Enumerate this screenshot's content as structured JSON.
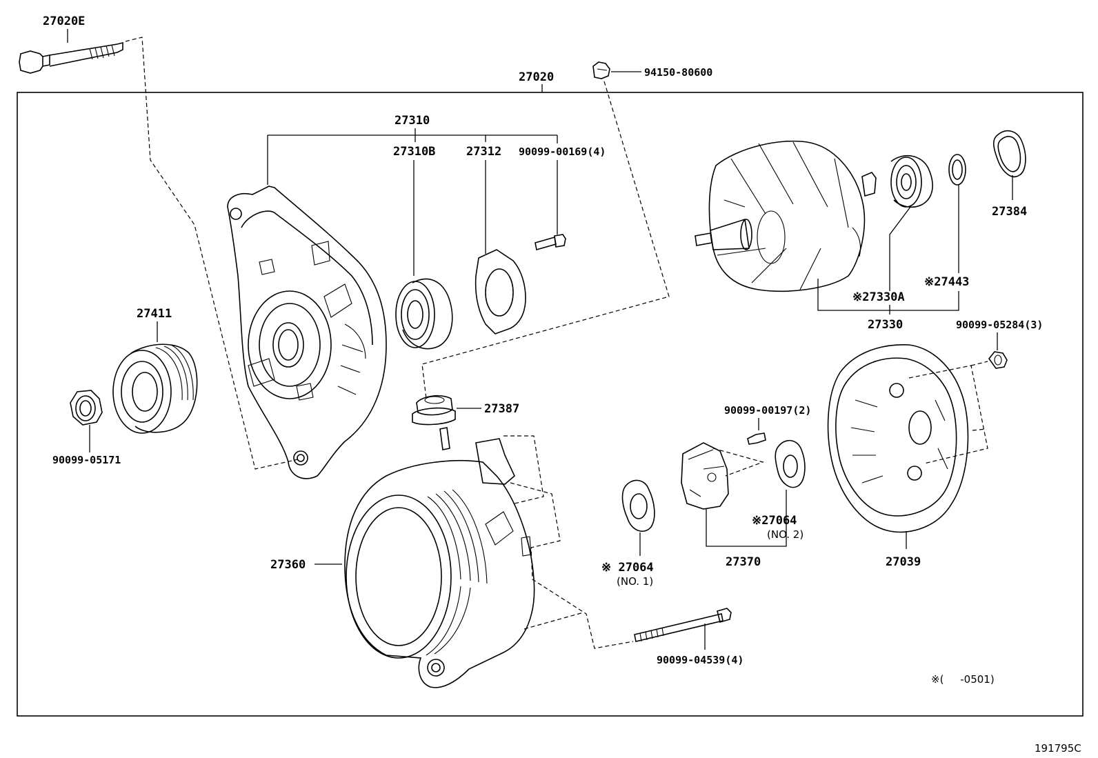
{
  "diagram": {
    "drawing_number": "191795C",
    "footnote": "※(     -0501)",
    "labels": {
      "p27020E": "27020E",
      "p27020": "27020",
      "p94150_80600": "94150-80600",
      "p27310": "27310",
      "p27310B": "27310B",
      "p27312": "27312",
      "p90099_00169": "90099-00169(4)",
      "p27384": "27384",
      "p27443": "※27443",
      "p27330A": "※27330A",
      "p27330": "27330",
      "p90099_05284": "90099-05284(3)",
      "p27411": "27411",
      "p90099_05171": "90099-05171",
      "p27387": "27387",
      "p90099_00197": "90099-00197(2)",
      "p27064_2": "※27064",
      "p27064_2_note": "(NO. 2)",
      "p27064_1": "※ 27064",
      "p27064_1_note": "(NO. 1)",
      "p27360": "27360",
      "p27370": "27370",
      "p27039": "27039",
      "p90099_04539": "90099-04539(4)"
    }
  }
}
